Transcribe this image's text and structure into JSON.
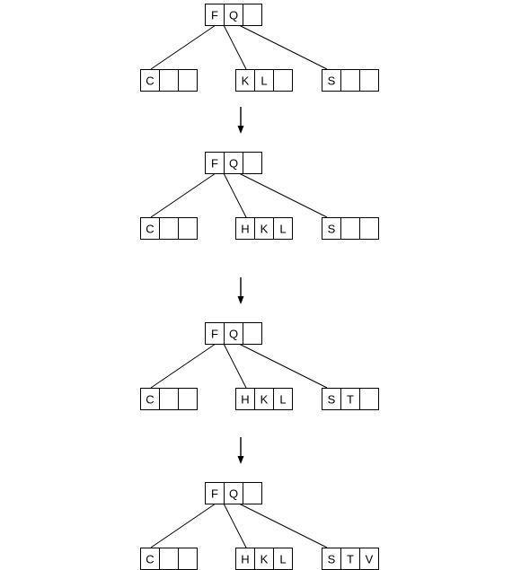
{
  "diagram": {
    "stages": [
      {
        "root": [
          "F",
          "Q",
          ""
        ],
        "children": [
          [
            "C",
            "",
            ""
          ],
          [
            "K",
            "L",
            ""
          ],
          [
            "S",
            "",
            ""
          ]
        ]
      },
      {
        "root": [
          "F",
          "Q",
          ""
        ],
        "children": [
          [
            "C",
            "",
            ""
          ],
          [
            "H",
            "K",
            "L"
          ],
          [
            "S",
            "",
            ""
          ]
        ]
      },
      {
        "root": [
          "F",
          "Q",
          ""
        ],
        "children": [
          [
            "C",
            "",
            ""
          ],
          [
            "H",
            "K",
            "L"
          ],
          [
            "S",
            "T",
            ""
          ]
        ]
      },
      {
        "root": [
          "F",
          "Q",
          ""
        ],
        "children": [
          [
            "C",
            "",
            ""
          ],
          [
            "H",
            "K",
            "L"
          ],
          [
            "S",
            "T",
            "V"
          ]
        ]
      }
    ]
  }
}
